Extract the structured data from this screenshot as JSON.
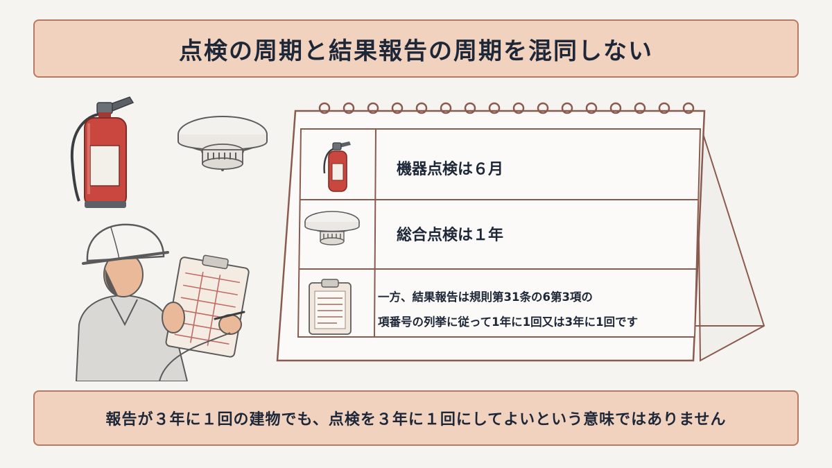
{
  "title": "点検の周期と結果報告の周期を混同しない",
  "calendar": {
    "rows": [
      {
        "text": "機器点検は６月",
        "icon": "fire-extinguisher-icon"
      },
      {
        "text": "総合点検は１年",
        "icon": "smoke-detector-icon"
      },
      {
        "lines": [
          "一方、結果報告は規則第31条の6第3項の",
          "項番号の列挙に従って1年に1回又は3年に1回です"
        ],
        "icon": "clipboard-icon"
      }
    ]
  },
  "footer": "報告が３年に１回の建物でも、点検を３年に１回にしてよいという意味ではありません",
  "colors": {
    "banner_fill": "#f1d2bf",
    "banner_border": "#b57a61",
    "text": "#1d2738",
    "extinguisher_red": "#c9473f"
  }
}
